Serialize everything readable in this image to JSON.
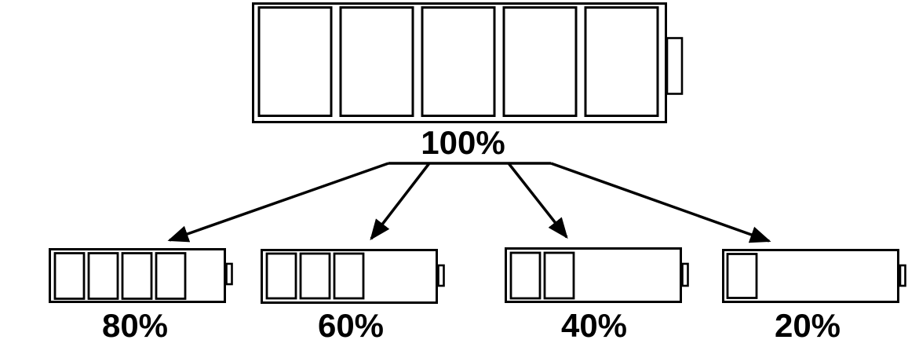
{
  "diagram": {
    "background_color": "#ffffff",
    "stroke_color": "#000000",
    "cell_fill_color": "#ffffff"
  },
  "batteries": [
    {
      "id": "battery-100",
      "label": "100%",
      "segments_filled": 5,
      "segments_total": 5
    },
    {
      "id": "battery-80",
      "label": "80%",
      "segments_filled": 4,
      "segments_total": 5
    },
    {
      "id": "battery-60",
      "label": "60%",
      "segments_filled": 3,
      "segments_total": 5
    },
    {
      "id": "battery-40",
      "label": "40%",
      "segments_filled": 2,
      "segments_total": 5
    },
    {
      "id": "battery-20",
      "label": "20%",
      "segments_filled": 1,
      "segments_total": 5
    }
  ],
  "arrows": {
    "count": 4,
    "from": "100%",
    "to": [
      "80%",
      "60%",
      "40%",
      "20%"
    ]
  }
}
